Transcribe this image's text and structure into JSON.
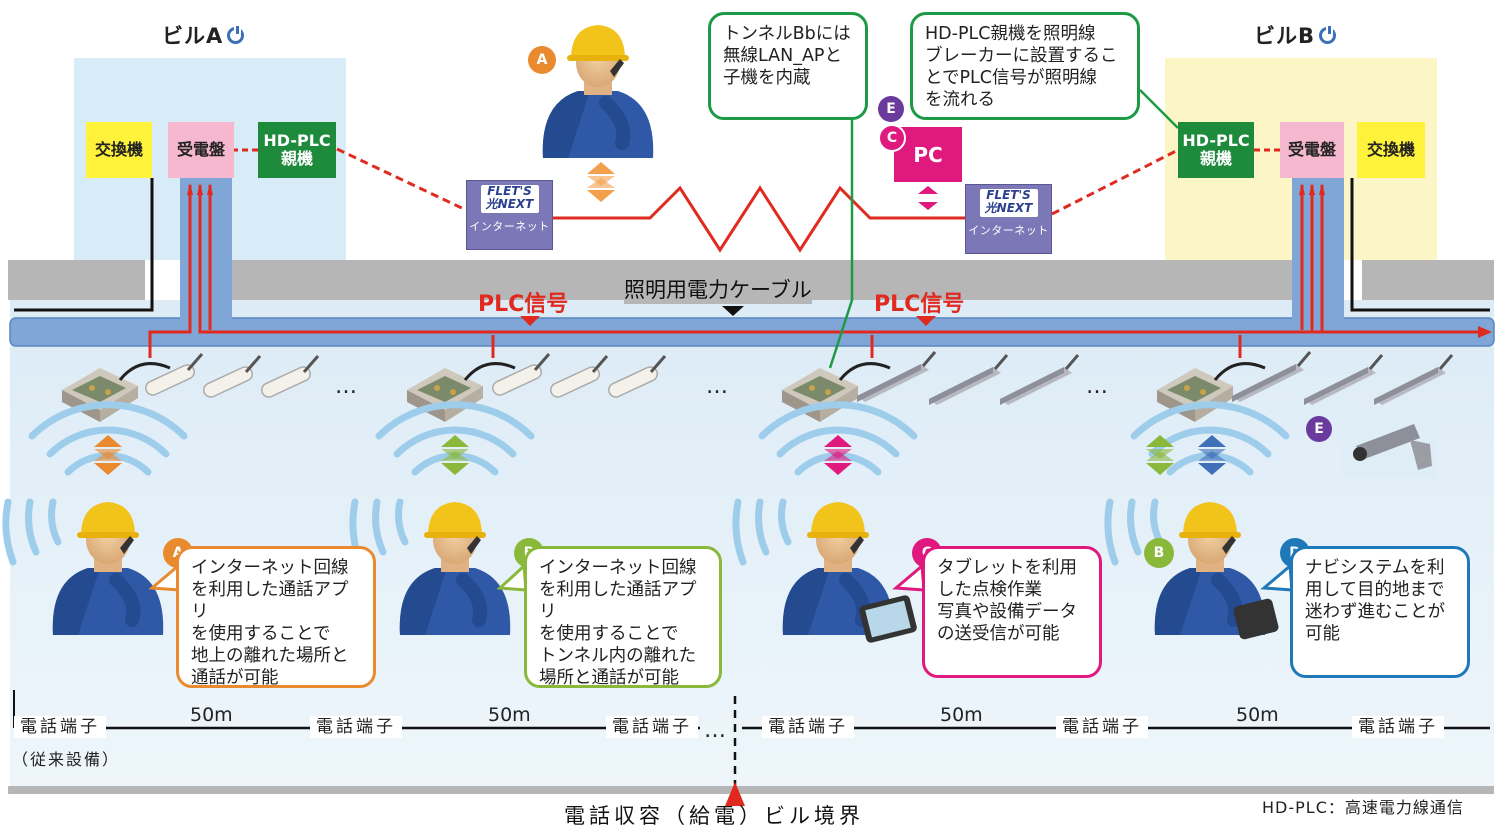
{
  "building_a": {
    "label": "ビルA"
  },
  "building_b": {
    "label": "ビルB"
  },
  "equipment": {
    "switchboard": "交換機",
    "power_panel": "受電盤",
    "hdplc_master": "HD-PLC\n親機"
  },
  "internet": {
    "logo_top": "FLET'S",
    "logo_bottom": "光NEXT",
    "caption": "インターネット"
  },
  "pc_label": "PC",
  "cable_label": "照明用電力ケーブル",
  "plc_signal": "PLC信号",
  "callouts": {
    "tunnel": "トンネルBbには\n無線LAN_APと\n子機を内蔵",
    "hdplc": "HD-PLC親機を照明線\nブレーカーに設置するこ\nとでPLC信号が照明線\nを流れる"
  },
  "badges": {
    "a": "A",
    "b": "B",
    "c": "C",
    "d": "D",
    "e": "E"
  },
  "bubbles": {
    "a": "インターネット回線\nを利用した通話アプリ\nを使用することで\n地上の離れた場所と\n通話が可能",
    "b": "インターネット回線\nを利用した通話アプリ\nを使用することで\nトンネル内の離れた\n場所と通話が可能",
    "c": "タブレットを利用\nした点検作業\n写真や設備データ\nの送受信が可能",
    "d": "ナビシステムを利\n用して目的地まで\n迷わず進むことが\n可能"
  },
  "ellipsis": "…",
  "phone_terminal": "電話端子",
  "legacy": "（従来設備）",
  "distance": "50m",
  "boundary": "電話収容（給電）ビル境界",
  "legend": "HD-PLC：高速電力線通信",
  "colors": {
    "orange": "#e98a2e",
    "green": "#8ab83a",
    "magenta": "#e0197f",
    "blue": "#1f79b8",
    "purple": "#6a3a9c",
    "red": "#e02a20",
    "cable_blue": "#7fa6d6"
  }
}
